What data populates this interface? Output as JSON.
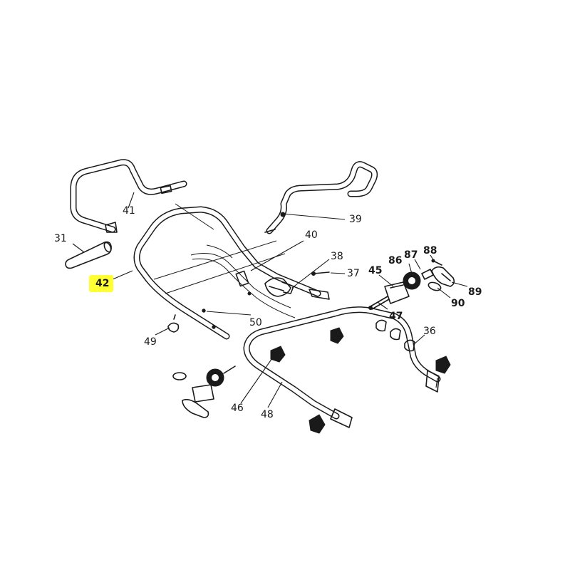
{
  "highlight_color": "#ffff33",
  "labels": {
    "p31": "31",
    "p36": "36",
    "p37": "37",
    "p38": "38",
    "p39": "39",
    "p40": "40",
    "p41": "41",
    "p42": "42",
    "p45": "45",
    "p46": "46",
    "p47": "47",
    "p48": "48",
    "p49": "49",
    "p50": "50",
    "p86": "86",
    "p87": "87",
    "p88": "88",
    "p89": "89",
    "p90": "90"
  },
  "highlighted_part": "42"
}
